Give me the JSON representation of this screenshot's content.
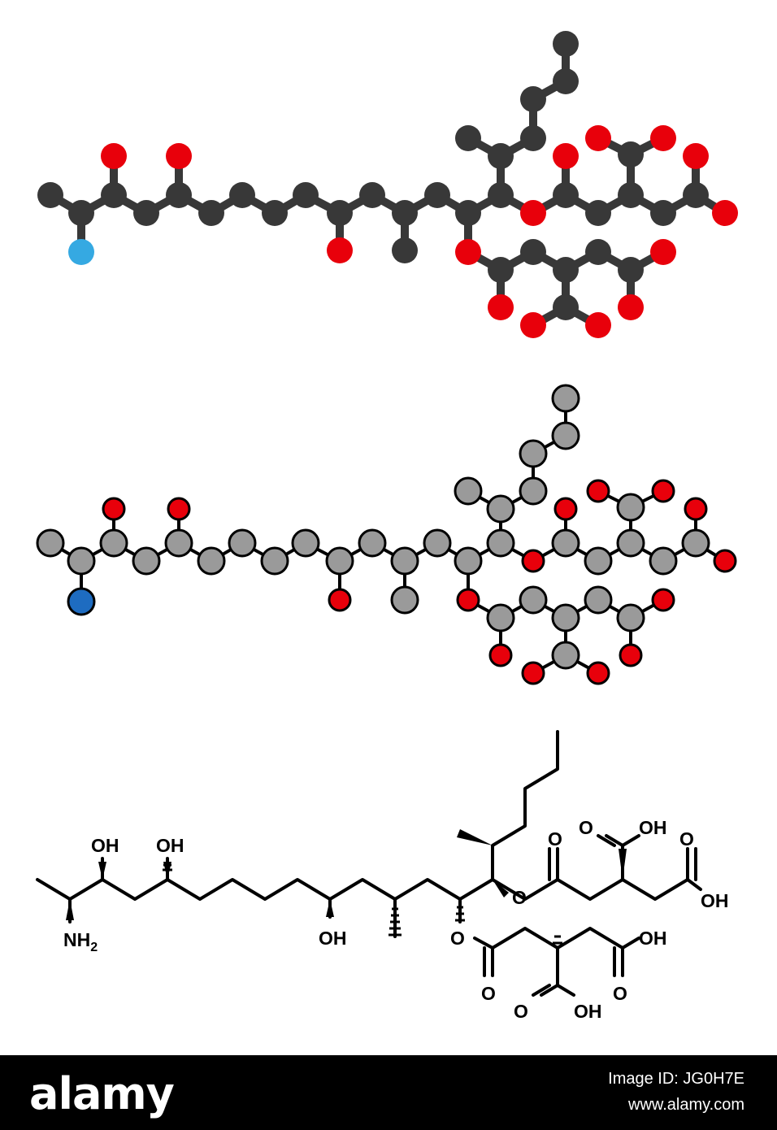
{
  "colors": {
    "carbon_dark": "#383838",
    "carbon_light": "#9a9a9a",
    "oxygen": "#e8000b",
    "nitrogen_light": "#35a9e2",
    "nitrogen_dark": "#1e6cc1",
    "bond": "#000000"
  },
  "labels": {
    "nh2_main": "NH",
    "nh2_sub": "2",
    "oh": "OH",
    "o": "O"
  },
  "footer": {
    "brand": "alamy",
    "image_id": "Image ID: JG0H7E",
    "url": "www.alamy.com"
  }
}
